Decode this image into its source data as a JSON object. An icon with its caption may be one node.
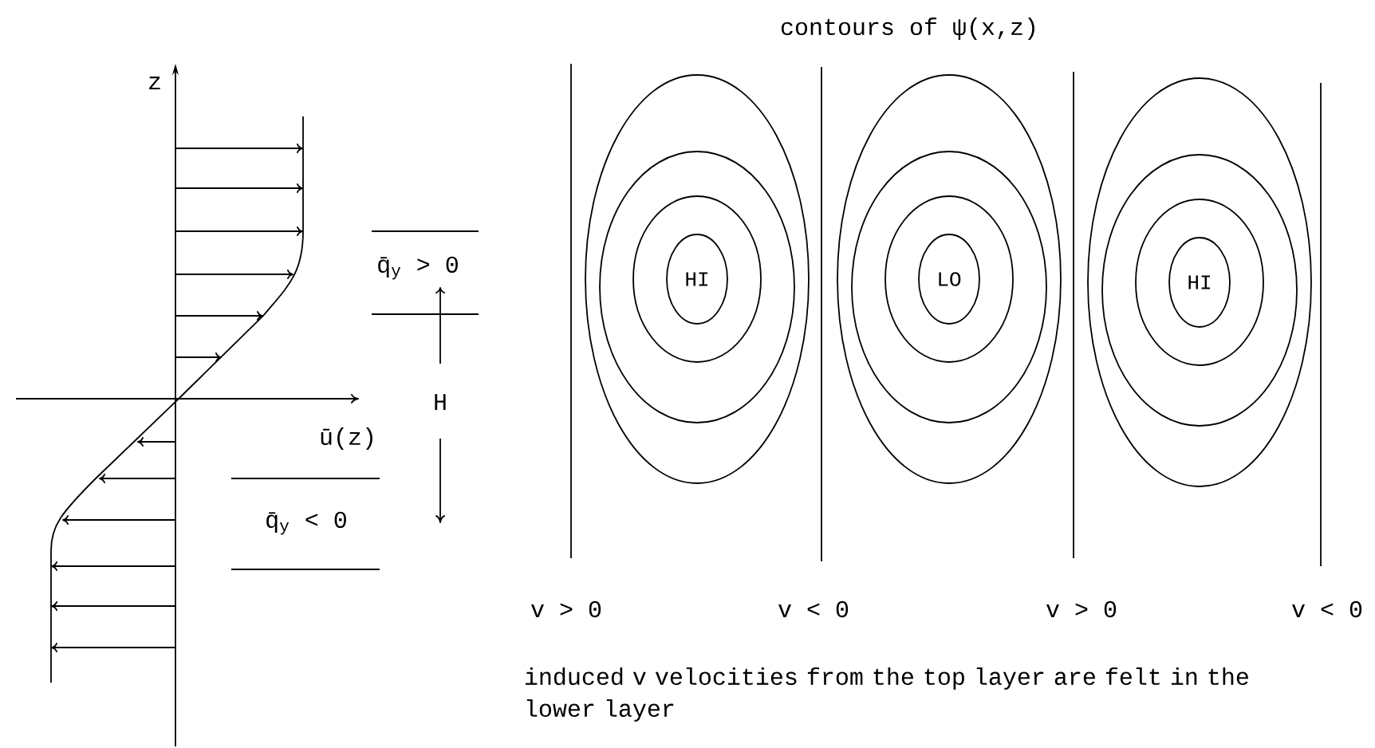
{
  "diagram": {
    "title": "contours of ψ(x,z)",
    "caption": "induced v velocities from the top layer are felt in the lower layer",
    "nodes": [
      {
        "text": [
          "HI"
        ]
      },
      {
        "text": [
          "LO"
        ]
      },
      {
        "text": [
          "HI"
        ]
      }
    ],
    "labels": [
      "z",
      "q̄$_{y}$ > 0",
      "H",
      "ū(z)",
      "q̄$_{y}$ < 0",
      "v > 0",
      "v < 0",
      "v > 0",
      "v < 0"
    ]
  }
}
